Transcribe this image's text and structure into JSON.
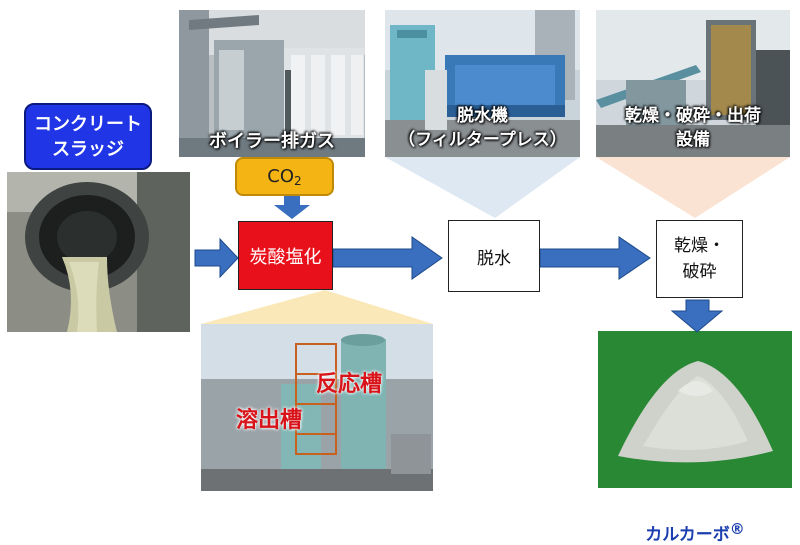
{
  "sources": {
    "sludge_label": "コンクリート\nスラッジ",
    "gas_label": "ボイラー排ガス",
    "co2_label": "CO",
    "co2_sub": "2"
  },
  "process": {
    "carbonation": "炭酸塩化",
    "dewater": "脱水",
    "dry_crush": "乾燥・\n破砕"
  },
  "equipment": {
    "filter_press": "脱水機\n（フィルタープレス）",
    "dry_facility": "乾燥・破砕・出荷\n設備",
    "reaction_tank": "反応槽",
    "dissolution_tank": "溶出槽"
  },
  "product": {
    "name": "カルカーボ",
    "mark": "®"
  },
  "colors": {
    "arrow_blue": "#3a6fc0",
    "carbon_red": "#e8101a",
    "co2_gold": "#f4b514",
    "sludge_blue": "#1f35e6",
    "product_text": "#1c3fb0",
    "tank_text": "#d8141a"
  }
}
